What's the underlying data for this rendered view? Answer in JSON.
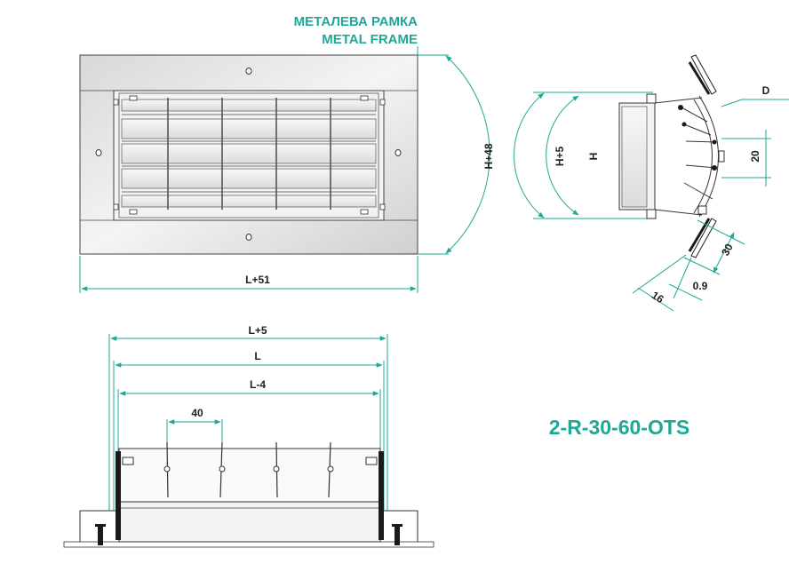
{
  "frame_label": {
    "line1": "МЕТАЛЕВА РАМКА",
    "line2": "METAL FRAME"
  },
  "model_code": "2-R-30-60-OTS",
  "front_view": {
    "width_dim": "L+51",
    "height_dim": "H+48"
  },
  "side_view": {
    "outer_height_dim": "H+5",
    "height_dim": "H",
    "depth_dim": "D",
    "dim_20": "20",
    "dim_30": "30",
    "dim_16": "16",
    "dim_09": "0.9"
  },
  "top_view": {
    "dim_l5": "L+5",
    "dim_l": "L",
    "dim_l4": "L-4",
    "pitch_dim": "40"
  },
  "colors": {
    "accent": "#1fa896",
    "line": "#333333"
  }
}
